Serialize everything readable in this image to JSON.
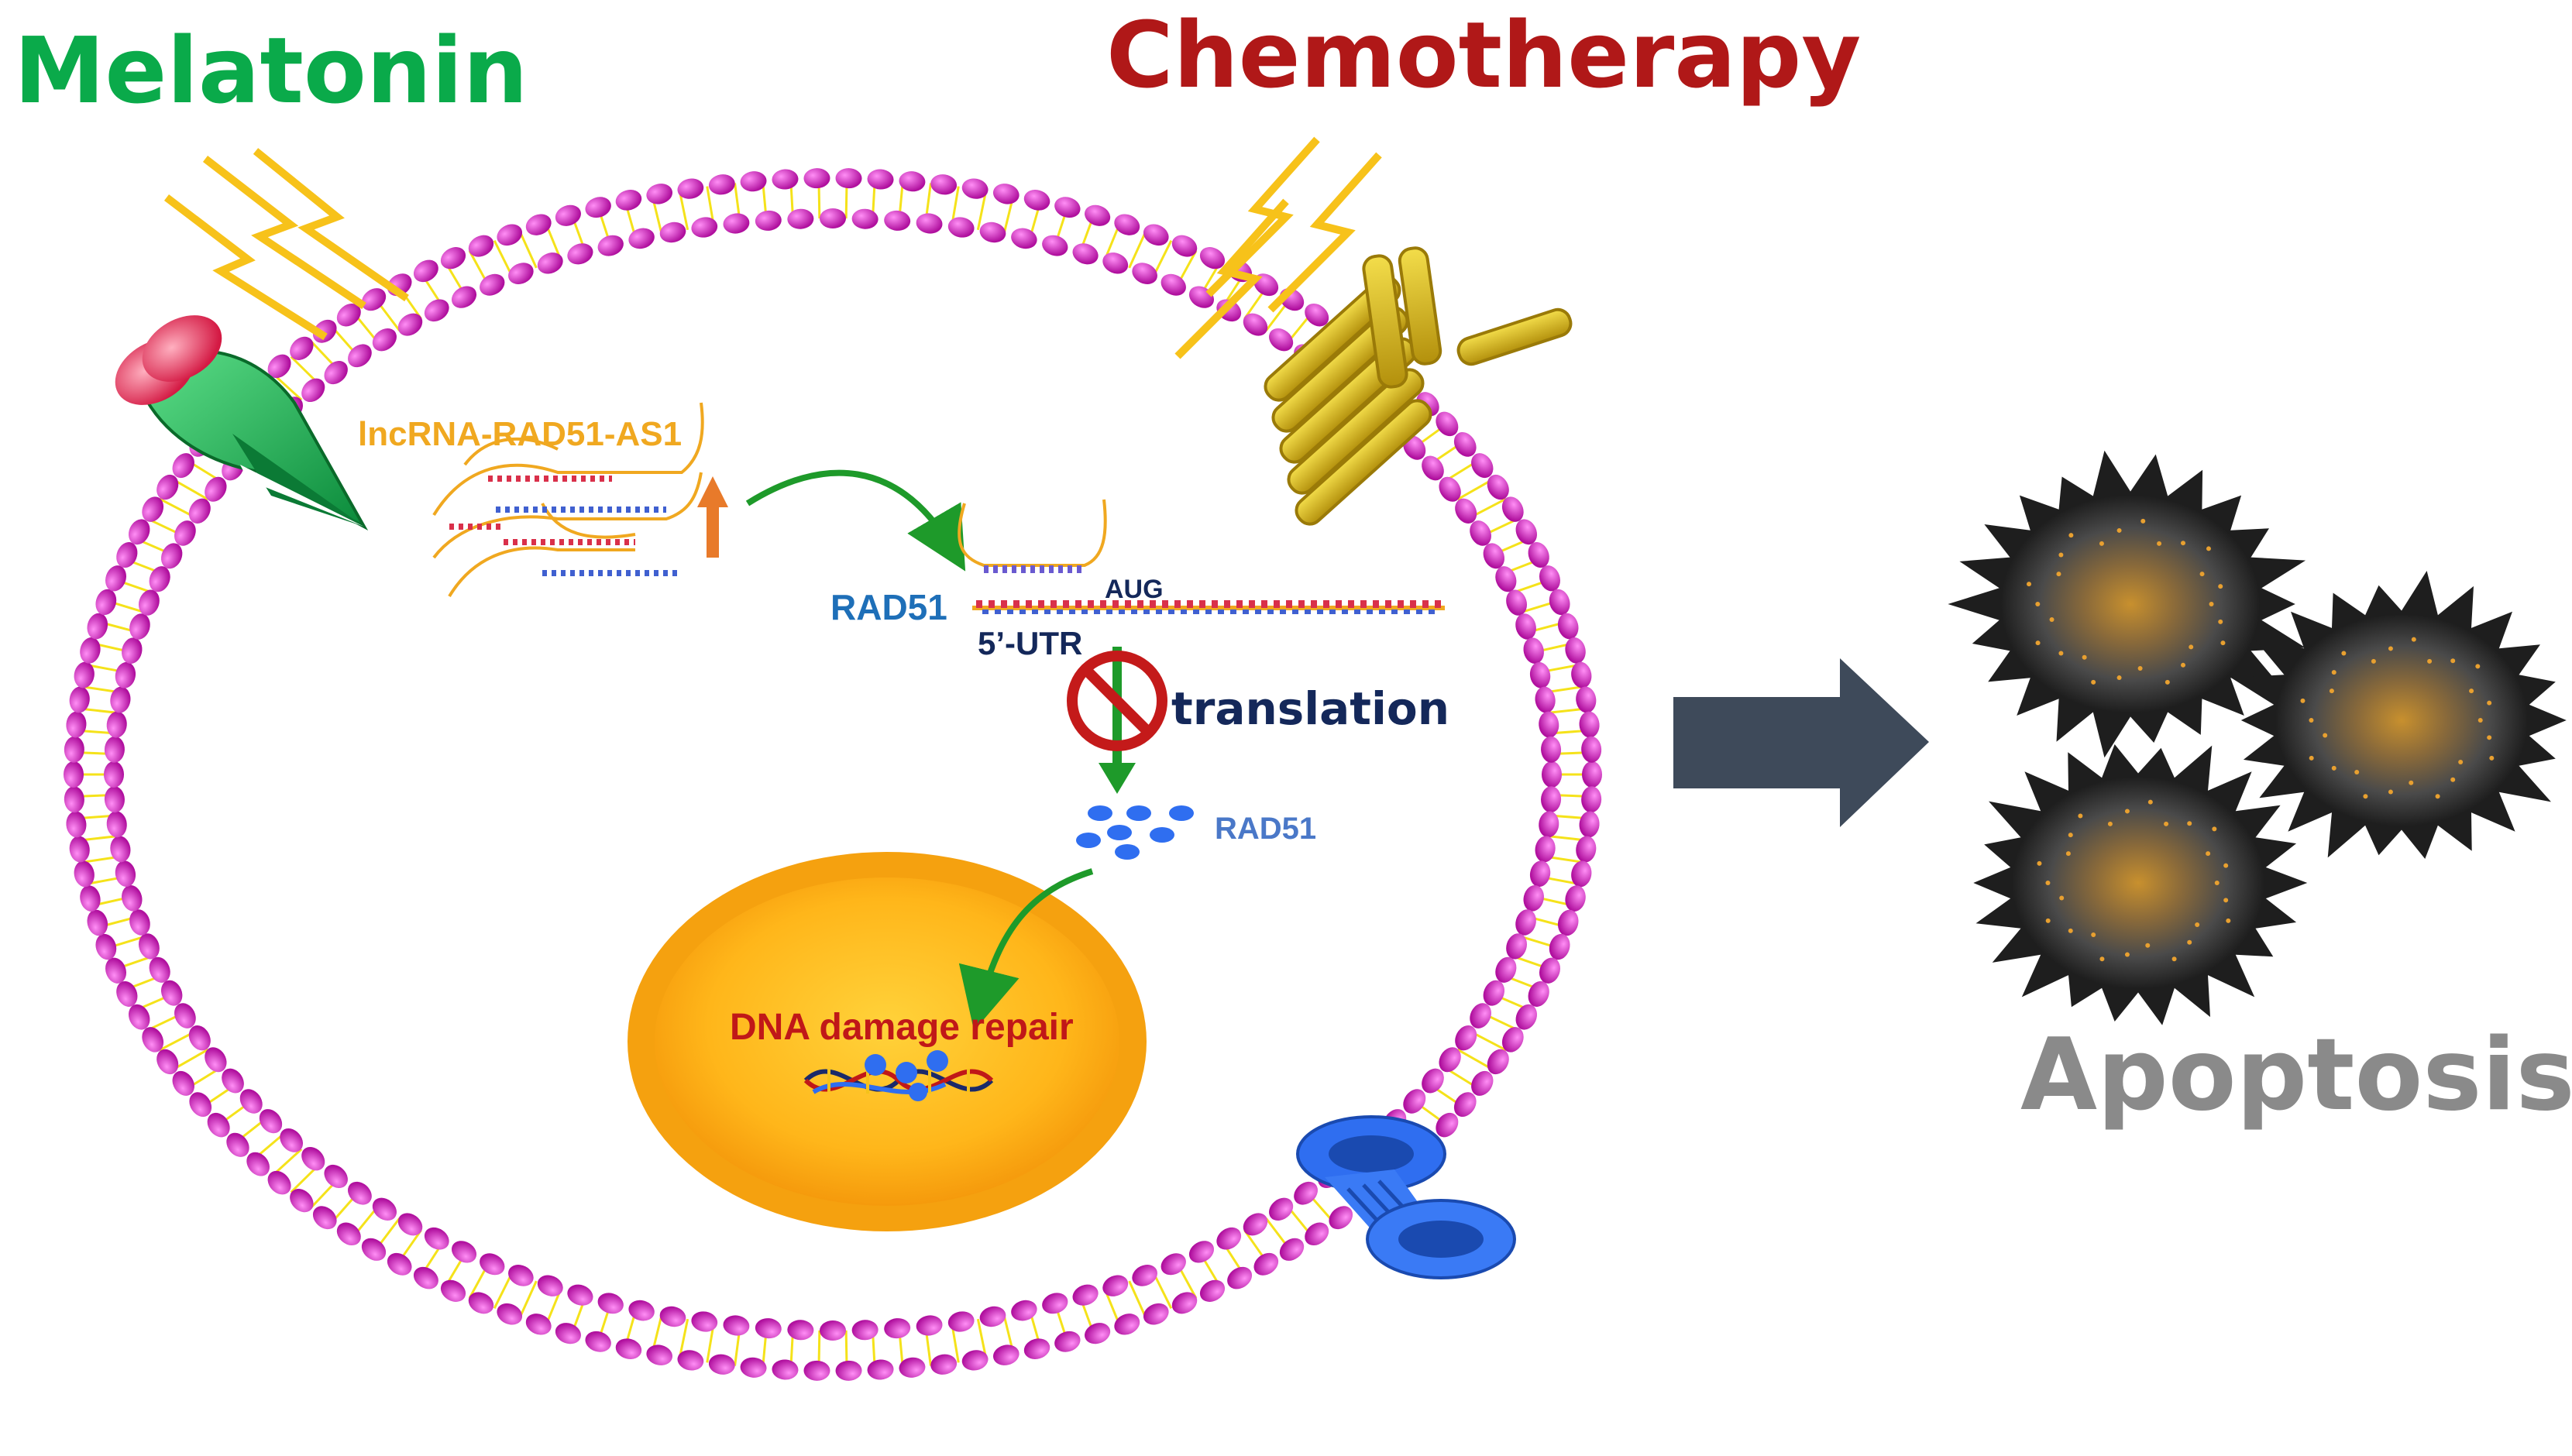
{
  "labels": {
    "melatonin": "Melatonin",
    "chemotherapy": "Chemotherapy",
    "lncrna": "lncRNA-RAD51-AS1",
    "rad51_mrna": "RAD51",
    "aug": "AUG",
    "utr": "5’-UTR",
    "translation": "translation",
    "rad51_protein": "RAD51",
    "dna_repair": "DNA damage repair",
    "apoptosis": "Apoptosis"
  },
  "colors": {
    "melatonin": "#0aaa4a",
    "chemotherapy": "#b01818",
    "lncrna": "#f0a820",
    "rad51_label": "#1e6fb8",
    "dark_label": "#14285a",
    "rad51_protein_label": "#4a78c8",
    "dna_repair": "#c01818",
    "apoptosis": "#8a8a8a",
    "membrane_head": "#d21fcf",
    "membrane_tail": "#f5e21a",
    "nucleus_outer": "#f5a10f",
    "nucleus_inner": "#ffbd1f",
    "arrow_green": "#1e9a2a",
    "up_arrow": "#e87a2a",
    "inhibit": "#c41a1a",
    "block_arrow": "#3e4a5a",
    "channel_blue": "#2f6ef0",
    "receptor_gold": "#d7b214",
    "lightning": "#f7c21a"
  },
  "icons": [
    "lightning-bolt-icon",
    "receptor-icon",
    "y-shaped-receptor-icon",
    "ion-channel-icon",
    "inhibition-icon",
    "dna-helix-icon",
    "apoptotic-cell-icon"
  ]
}
